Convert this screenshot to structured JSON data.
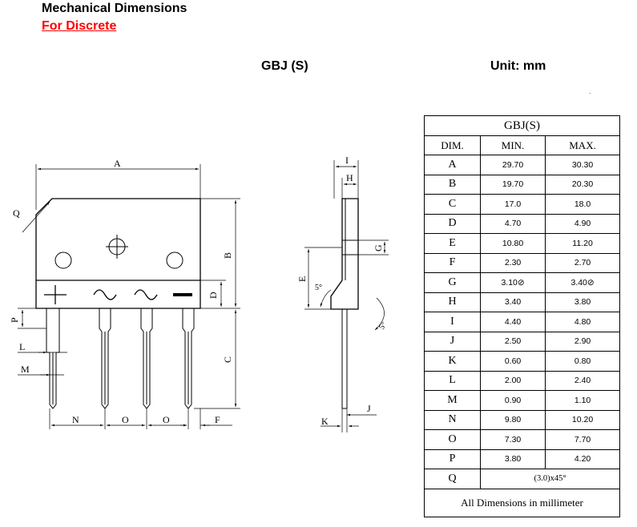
{
  "header": {
    "title": "Mechanical Dimensions",
    "subtitle": "For Discrete",
    "package": "GBJ (S)",
    "unit": "Unit: mm"
  },
  "drawing": {
    "front_labels": {
      "A": "A",
      "B": "B",
      "C": "C",
      "D": "D",
      "L": "L",
      "M": "M",
      "N": "N",
      "O1": "O",
      "O2": "O",
      "F": "F",
      "P": "P",
      "Q": "Q"
    },
    "side_labels": {
      "I": "I",
      "H": "H",
      "G": "G",
      "E": "E",
      "J": "J",
      "K": "K",
      "angle1": "5°",
      "angle2": "5°"
    }
  },
  "table": {
    "title": "GBJ(S)",
    "columns": [
      "DIM.",
      "MIN.",
      "MAX."
    ],
    "rows": [
      [
        "A",
        "29.70",
        "30.30"
      ],
      [
        "B",
        "19.70",
        "20.30"
      ],
      [
        "C",
        "17.0",
        "18.0"
      ],
      [
        "D",
        "4.70",
        "4.90"
      ],
      [
        "E",
        "10.80",
        "11.20"
      ],
      [
        "F",
        "2.30",
        "2.70"
      ],
      [
        "G",
        "3.10⊘",
        "3.40⊘"
      ],
      [
        "H",
        "3.40",
        "3.80"
      ],
      [
        "I",
        "4.40",
        "4.80"
      ],
      [
        "J",
        "2.50",
        "2.90"
      ],
      [
        "K",
        "0.60",
        "0.80"
      ],
      [
        "L",
        "2.00",
        "2.40"
      ],
      [
        "M",
        "0.90",
        "1.10"
      ],
      [
        "N",
        "9.80",
        "10.20"
      ],
      [
        "O",
        "7.30",
        "7.70"
      ],
      [
        "P",
        "3.80",
        "4.20"
      ]
    ],
    "q_row": [
      "Q",
      "(3.0)x45°"
    ],
    "footer": "All Dimensions in millimeter"
  }
}
